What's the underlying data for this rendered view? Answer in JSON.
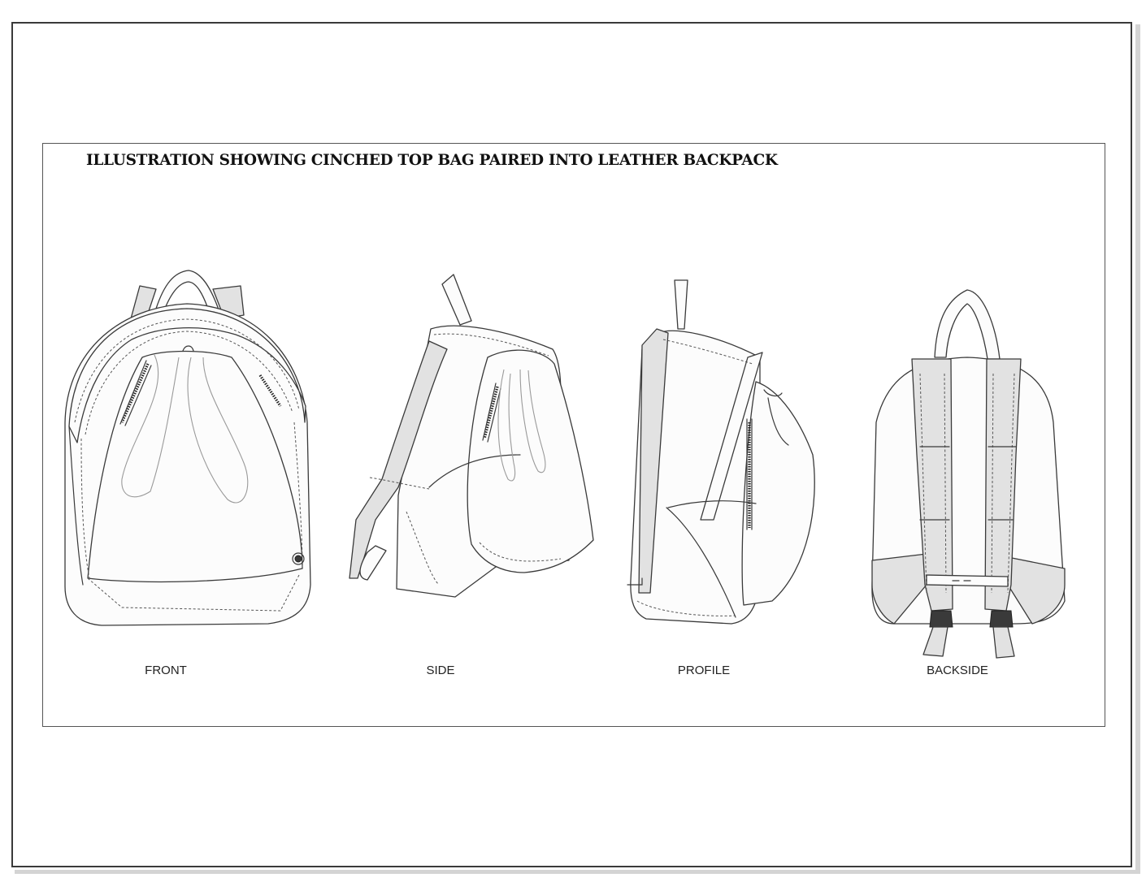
{
  "title": "ILLUSTRATION SHOWING CINCHED TOP BAG PAIRED INTO LEATHER BACKPACK",
  "views": [
    {
      "label": "FRONT"
    },
    {
      "label": "SIDE"
    },
    {
      "label": "PROFILE"
    },
    {
      "label": "BACKSIDE"
    }
  ],
  "colors": {
    "line": "#3a3a3a",
    "fill": "#fcfcfc",
    "strap_fill": "#e2e2e2",
    "frame": "#3a3a3a"
  }
}
